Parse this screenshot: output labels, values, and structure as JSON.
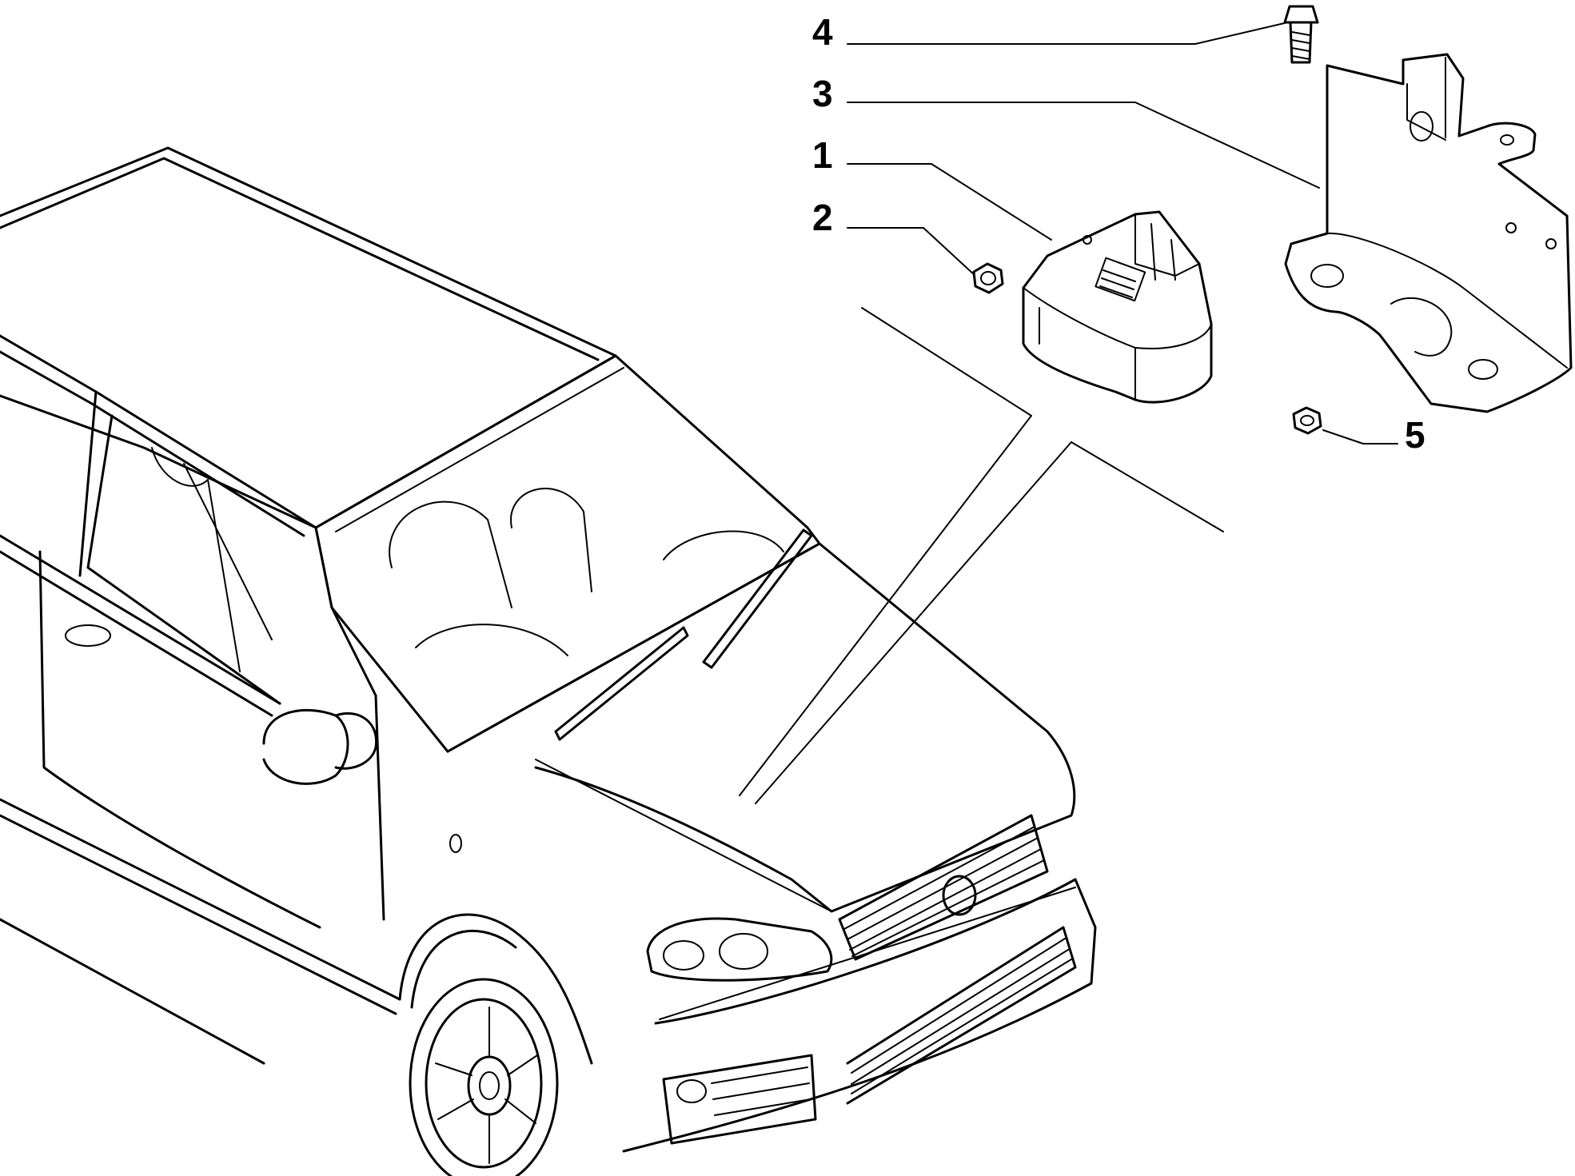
{
  "callouts": [
    {
      "id": "c4",
      "label": "4"
    },
    {
      "id": "c3",
      "label": "3"
    },
    {
      "id": "c1",
      "label": "1"
    },
    {
      "id": "c2",
      "label": "2"
    },
    {
      "id": "c5",
      "label": "5"
    }
  ]
}
